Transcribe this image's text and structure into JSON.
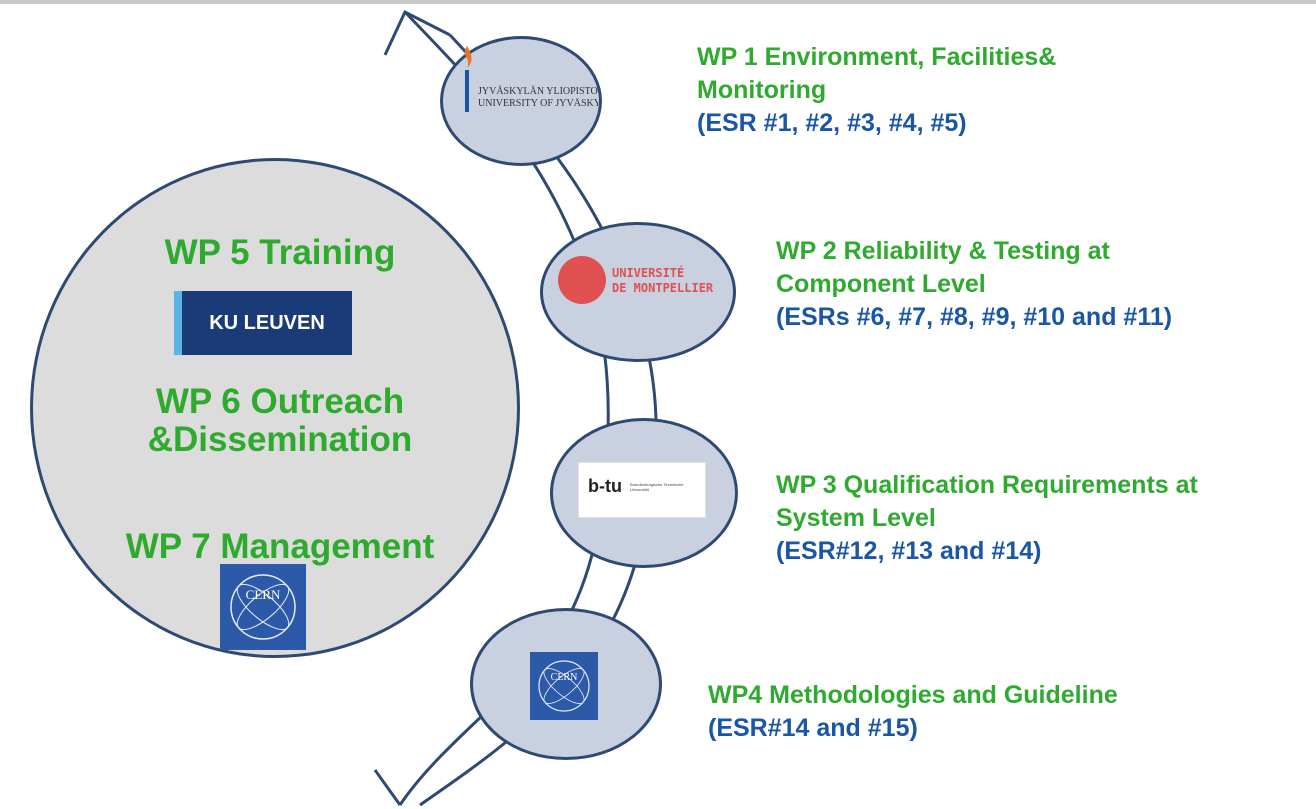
{
  "colors": {
    "wp_green": "#2eaa2e",
    "esr_blue": "#1a56a6",
    "outline": "#2e4a73",
    "big_circle_fill": "#dcdcdc",
    "node_fill": "#c9d0df"
  },
  "central": {
    "wp5": "WP 5 Training",
    "wp6_line1": "WP 6 Outreach",
    "wp6_line2": "&Dissemination",
    "wp7": "WP 7 Management",
    "ku_logo": "KU LEUVEN",
    "cern_logo": "CERN"
  },
  "nodes": [
    {
      "logo_line1": "JYVÄSKYLÄN YLIOPISTO",
      "logo_line2": "UNIVERSITY OF JYVÄSKYLÄ",
      "title_line1": "WP 1  Environment, Facilities&",
      "title_line2": "Monitoring",
      "esr": "(ESR #1, #2, #3, #4, #5)"
    },
    {
      "logo_line1": "UNIVERSITÉ",
      "logo_line2": "DE MONTPELLIER",
      "title_line1": "WP 2  Reliability & Testing at",
      "title_line2": "Component Level",
      "esr": "(ESRs #6,  #7,  #8,  #9, #10 and #11)"
    },
    {
      "logo_line1": "b-tu",
      "logo_line2": "Brandenburgische Technische Universität",
      "title_line1": "WP 3 Qualification Requirements at",
      "title_line2": "System Level",
      "esr": "(ESR#12, #13 and #14)"
    },
    {
      "logo_line1": "CERN",
      "logo_line2": "",
      "title_line1": "WP4 Methodologies and Guideline",
      "title_line2": "",
      "esr": "(ESR#14 and #15)"
    }
  ]
}
